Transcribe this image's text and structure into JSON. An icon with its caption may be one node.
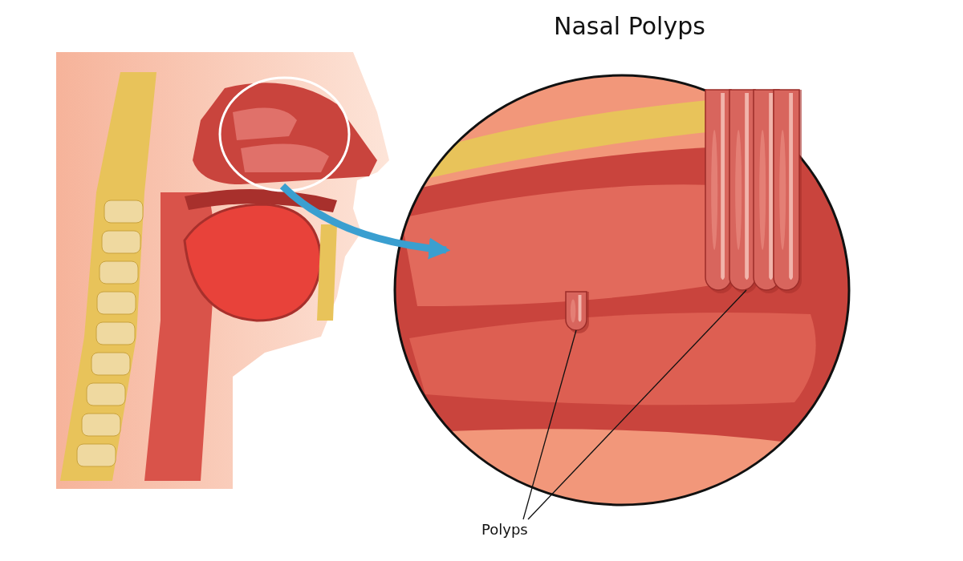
{
  "diagram": {
    "title": "Nasal Polyps",
    "nodes": [
      {
        "text": [],
        "shape": "circle"
      },
      {
        "text": [],
        "shape": "circle"
      },
      {
        "text": [],
        "shape": "picture",
        "in": 1
      },
      {
        "text": [],
        "shape": "picture",
        "in": 1
      },
      {
        "text": [
          "Polyps"
        ]
      }
    ],
    "edges": [
      {
        "from": 0,
        "to": 1,
        "arrow": "to",
        "color": "#3a9fd0",
        "style": "thick"
      },
      {
        "from": 4,
        "to": 2,
        "arrow": "none"
      },
      {
        "from": 4,
        "to": 3,
        "arrow": "none"
      }
    ]
  }
}
